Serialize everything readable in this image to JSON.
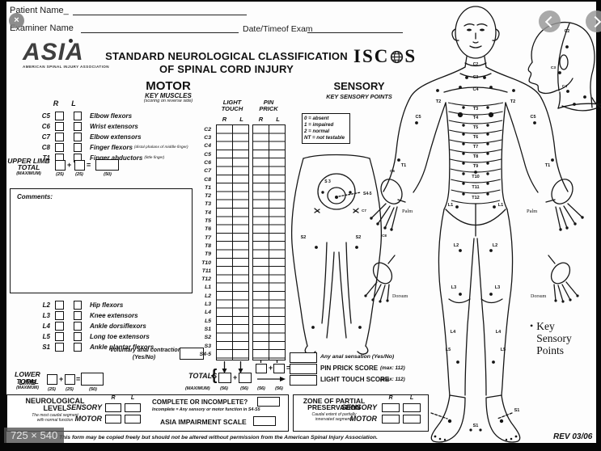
{
  "viewer": {
    "close_icon": "×",
    "size_badge": "725 × 540"
  },
  "header": {
    "patient_name_label": "Patient Name_",
    "examiner_name_label": "Examiner Name",
    "date_label": "Date/Timeof Exam",
    "asia_logo_text": "ASIA",
    "asia_logo_caption": "AMERICAN SPINAL INJURY ASSOCIATION",
    "title_line1": "STANDARD NEUROLOGICAL CLASSIFICATION",
    "title_line2": "OF SPINAL CORD INJURY",
    "iscos_left": "ISC",
    "iscos_right": "S"
  },
  "motor": {
    "heading": "MOTOR",
    "subheading": "KEY MUSCLES",
    "subnote": "(scoring on reverse side)",
    "col_r": "R",
    "col_l": "L",
    "upper_rows": [
      {
        "level": "C5",
        "muscle": "Elbow flexors",
        "note": ""
      },
      {
        "level": "C6",
        "muscle": "Wrist extensors",
        "note": ""
      },
      {
        "level": "C7",
        "muscle": "Elbow extensors",
        "note": ""
      },
      {
        "level": "C8",
        "muscle": "Finger flexors",
        "note": "(distal phalanx of middle finger)"
      },
      {
        "level": "T1",
        "muscle": "Finger abductors",
        "note": "(little finger)"
      }
    ],
    "upper_total_line1": "UPPER LIMB",
    "upper_total_line2": "TOTAL",
    "maximum_label": "(MAXIMUM)",
    "plus": "+",
    "equals": "=",
    "upper_total_max": [
      "(25)",
      "(25)",
      "(50)"
    ],
    "comments_label": "Comments:",
    "lower_rows": [
      {
        "level": "L2",
        "muscle": "Hip flexors",
        "note": ""
      },
      {
        "level": "L3",
        "muscle": "Knee extensors",
        "note": ""
      },
      {
        "level": "L4",
        "muscle": "Ankle dorsiflexors",
        "note": ""
      },
      {
        "level": "L5",
        "muscle": "Long toe extensors",
        "note": ""
      },
      {
        "level": "S1",
        "muscle": "Ankle plantar flexors",
        "note": ""
      }
    ],
    "vac_label": "Voluntary anal contraction",
    "vac_note": "(Yes/No)",
    "lower_total_line1": "LOWER LIMB",
    "lower_total_line2": "TOTAL",
    "lower_total_max": [
      "(25)",
      "(25)",
      "(50)"
    ]
  },
  "sensory": {
    "heading": "SENSORY",
    "subheading": "KEY SENSORY POINTS",
    "lt_line1": "LIGHT",
    "lt_line2": "TOUCH",
    "pp_line1": "PIN",
    "pp_line2": "PRICK",
    "col_headers": [
      "R",
      "L",
      "R",
      "L"
    ],
    "levels": [
      "C2",
      "C3",
      "C4",
      "C5",
      "C6",
      "C7",
      "C8",
      "T1",
      "T2",
      "T3",
      "T4",
      "T5",
      "T6",
      "T7",
      "T8",
      "T9",
      "T10",
      "T11",
      "T12",
      "L1",
      "L2",
      "L3",
      "L4",
      "L5",
      "S1",
      "S2",
      "S3",
      "S4-5"
    ],
    "scale_legend": [
      "0 = absent",
      "1 = impaired",
      "2 = normal",
      "NT = not testable"
    ],
    "totals_label": "TOTALS",
    "totals_brace": "{",
    "plus": "+",
    "equals": "=",
    "maximum_label": "(MAXIMUM)",
    "totals_max": [
      "(56)",
      "(56)",
      "(56)",
      "(56)"
    ],
    "anal_sensation_label": "Any anal sensation (Yes/No)",
    "pin_prick_score_label": "PIN PRICK SCORE",
    "pin_prick_score_max": "(max: 112)",
    "light_touch_score_label": "LIGHT TOUCH SCORE",
    "light_touch_score_max": "(max: 112)"
  },
  "figure": {
    "key_points_bullet": "•",
    "key_points": [
      "Key",
      "Sensory",
      "Points"
    ],
    "labels": {
      "f_c2": "C2",
      "f_c3": "C3",
      "f_c4": "C4",
      "f_t2_l": "T2",
      "f_t2_r": "T2",
      "f_c5_l": "C5",
      "f_c5_r": "C5",
      "f_t1_l": "T1",
      "f_t1_r": "T1",
      "f_t3": "T3",
      "f_t4": "T4",
      "f_t5": "T5",
      "f_t6": "T6",
      "f_t7": "T7",
      "f_t8": "T8",
      "f_t9": "T9",
      "f_t10": "T10",
      "f_t11": "T11",
      "f_t12": "T12",
      "f_l1_l": "L1",
      "f_l1_r": "L1",
      "f_l2_l": "L2",
      "f_l2_r": "L2",
      "f_l3_l": "L3",
      "f_l3_r": "L3",
      "f_l4_l": "L4",
      "f_l4_r": "L4",
      "f_l5_l": "L5",
      "f_l5_r": "L5",
      "f_s1_l": "S1",
      "f_s1_r": "S1",
      "f_s1_c": "S1",
      "sh_c2": "C2",
      "sh_c3": "C3",
      "sh_c4": "C4",
      "p_s3": "S 3",
      "p_s45": "S4-5",
      "p_s2_l": "S2",
      "p_s2_r": "S2",
      "palm_l": "Palm",
      "palm_r": "Palm",
      "dorsum_l": "Dorsum",
      "dorsum_r": "Dorsum",
      "h_c6": "C6",
      "h_c7": "C7",
      "h_c8": "C8"
    }
  },
  "bottom": {
    "neuro_line1": "NEUROLOGICAL",
    "neuro_line2": "LEVEL",
    "neuro_note1": "The most caudal segment",
    "neuro_note2": "with normal function",
    "sensory_label": "SENSORY",
    "motor_label": "MOTOR",
    "r": "R",
    "l": "L",
    "complete_label": "COMPLETE OR INCOMPLETE?",
    "complete_note": "Incomplete = Any sensory or motor function in S4-S5",
    "ais_label": "ASIA IMPAIRMENT SCALE",
    "zpp_line1": "ZONE OF PARTIAL",
    "zpp_line2": "PRESERVATION",
    "zpp_note1": "Caudal extent of partially",
    "zpp_note2": "innervated segments",
    "zpp_sensory": "SENSORY",
    "zpp_motor": "MOTOR",
    "zpp_r": "R",
    "zpp_l": "L"
  },
  "footer": {
    "disclaimer": "This form may be copied freely but should not be altered without permission from the American Spinal Injury Association.",
    "rev": "REV 03/06"
  }
}
